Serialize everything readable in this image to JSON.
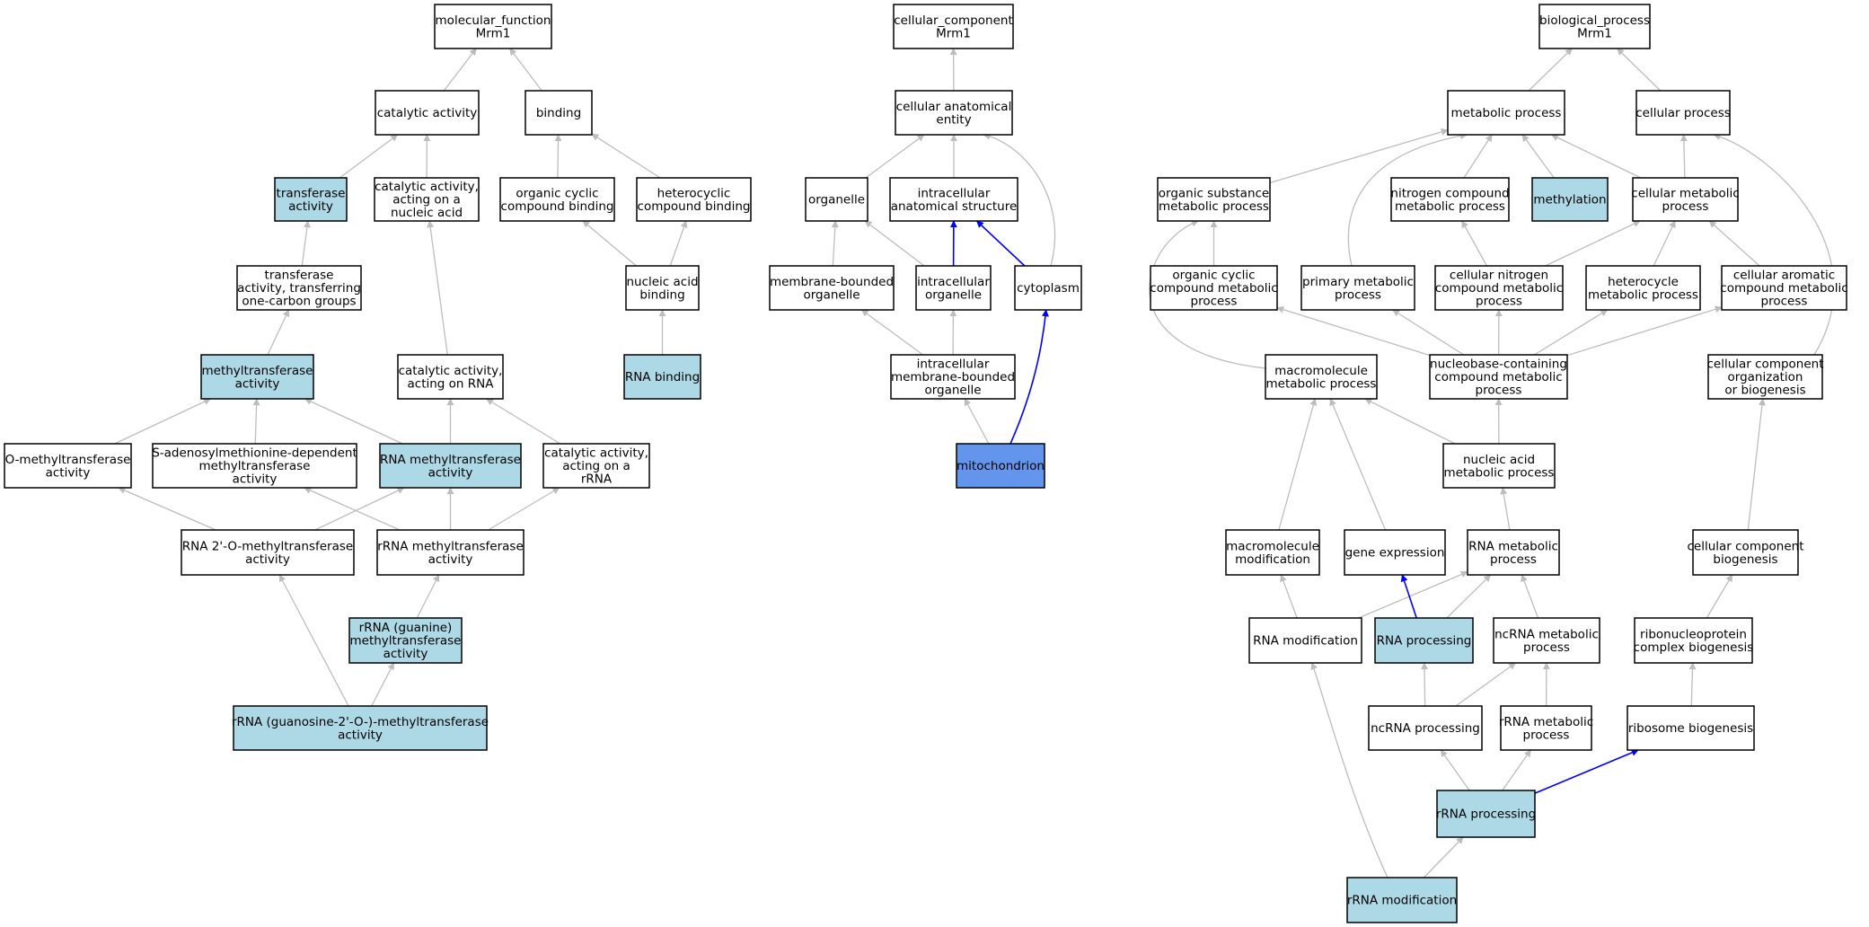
{
  "colors": {
    "default_fill": "#ffffff",
    "highlight_fill": "#add8e6",
    "query_fill": "#6495ed",
    "edge_gray": "#bdbdbd",
    "edge_blue": "#0000ff",
    "stroke": "#000000"
  },
  "nodes": [
    {
      "id": "mf_root",
      "lines": [
        "molecular_function",
        "Mrm1"
      ],
      "style": "default"
    },
    {
      "id": "catalytic",
      "lines": [
        "catalytic activity"
      ],
      "style": "default"
    },
    {
      "id": "binding",
      "lines": [
        "binding"
      ],
      "style": "default"
    },
    {
      "id": "transferase",
      "lines": [
        "transferase",
        "activity"
      ],
      "style": "highlight"
    },
    {
      "id": "cat_nucleic",
      "lines": [
        "catalytic activity,",
        "acting on a",
        "nucleic acid"
      ],
      "style": "default"
    },
    {
      "id": "org_cyclic_bind",
      "lines": [
        "organic cyclic",
        "compound binding"
      ],
      "style": "default"
    },
    {
      "id": "hetero_bind",
      "lines": [
        "heterocyclic",
        "compound binding"
      ],
      "style": "default"
    },
    {
      "id": "transf_one_carbon",
      "lines": [
        "transferase",
        "activity, transferring",
        "one-carbon groups"
      ],
      "style": "default"
    },
    {
      "id": "nucleic_bind",
      "lines": [
        "nucleic acid",
        "binding"
      ],
      "style": "default"
    },
    {
      "id": "methyltransferase",
      "lines": [
        "methyltransferase",
        "activity"
      ],
      "style": "highlight"
    },
    {
      "id": "cat_rna",
      "lines": [
        "catalytic activity,",
        "acting on RNA"
      ],
      "style": "default"
    },
    {
      "id": "rna_bind",
      "lines": [
        "RNA binding"
      ],
      "style": "highlight"
    },
    {
      "id": "o_methyl",
      "lines": [
        "O-methyltransferase",
        "activity"
      ],
      "style": "default"
    },
    {
      "id": "sam_methyl",
      "lines": [
        "S-adenosylmethionine-dependent",
        "methyltransferase",
        "activity"
      ],
      "style": "default"
    },
    {
      "id": "rna_methyl",
      "lines": [
        "RNA methyltransferase",
        "activity"
      ],
      "style": "highlight"
    },
    {
      "id": "cat_rrna",
      "lines": [
        "catalytic activity,",
        "acting on a",
        "rRNA"
      ],
      "style": "default"
    },
    {
      "id": "rna_2o_methyl",
      "lines": [
        "RNA 2'-O-methyltransferase",
        "activity"
      ],
      "style": "default"
    },
    {
      "id": "rrna_methyl",
      "lines": [
        "rRNA methyltransferase",
        "activity"
      ],
      "style": "default"
    },
    {
      "id": "rrna_guanine",
      "lines": [
        "rRNA (guanine)",
        "methyltransferase",
        "activity"
      ],
      "style": "highlight"
    },
    {
      "id": "rrna_guanosine",
      "lines": [
        "rRNA (guanosine-2'-O-)-methyltransferase",
        "activity"
      ],
      "style": "highlight"
    },
    {
      "id": "cc_root",
      "lines": [
        "cellular_component",
        "Mrm1"
      ],
      "style": "default"
    },
    {
      "id": "cell_anat",
      "lines": [
        "cellular anatomical",
        "entity"
      ],
      "style": "default"
    },
    {
      "id": "organelle",
      "lines": [
        "organelle"
      ],
      "style": "default"
    },
    {
      "id": "intra_anat",
      "lines": [
        "intracellular",
        "anatomical structure"
      ],
      "style": "default"
    },
    {
      "id": "mem_organelle",
      "lines": [
        "membrane-bounded",
        "organelle"
      ],
      "style": "default"
    },
    {
      "id": "intra_organelle",
      "lines": [
        "intracellular",
        "organelle"
      ],
      "style": "default"
    },
    {
      "id": "cytoplasm",
      "lines": [
        "cytoplasm"
      ],
      "style": "default"
    },
    {
      "id": "intra_mem_org",
      "lines": [
        "intracellular",
        "membrane-bounded",
        "organelle"
      ],
      "style": "default"
    },
    {
      "id": "mitochondrion",
      "lines": [
        "mitochondrion"
      ],
      "style": "query"
    },
    {
      "id": "bp_root",
      "lines": [
        "biological_process",
        "Mrm1"
      ],
      "style": "default"
    },
    {
      "id": "metabolic",
      "lines": [
        "metabolic process"
      ],
      "style": "default"
    },
    {
      "id": "cellular_proc",
      "lines": [
        "cellular process"
      ],
      "style": "default"
    },
    {
      "id": "org_subst",
      "lines": [
        "organic substance",
        "metabolic process"
      ],
      "style": "default"
    },
    {
      "id": "nitro_comp",
      "lines": [
        "nitrogen compound",
        "metabolic process"
      ],
      "style": "default"
    },
    {
      "id": "methylation",
      "lines": [
        "methylation"
      ],
      "style": "highlight"
    },
    {
      "id": "cell_metab",
      "lines": [
        "cellular metabolic",
        "process"
      ],
      "style": "default"
    },
    {
      "id": "org_cyclic_met",
      "lines": [
        "organic cyclic",
        "compound metabolic",
        "process"
      ],
      "style": "default"
    },
    {
      "id": "primary_met",
      "lines": [
        "primary metabolic",
        "process"
      ],
      "style": "default"
    },
    {
      "id": "cell_nitro",
      "lines": [
        "cellular nitrogen",
        "compound metabolic",
        "process"
      ],
      "style": "default"
    },
    {
      "id": "hetero_met",
      "lines": [
        "heterocycle",
        "metabolic process"
      ],
      "style": "default"
    },
    {
      "id": "cell_arom",
      "lines": [
        "cellular aromatic",
        "compound metabolic",
        "process"
      ],
      "style": "default"
    },
    {
      "id": "macro_met",
      "lines": [
        "macromolecule",
        "metabolic process"
      ],
      "style": "default"
    },
    {
      "id": "nucleobase",
      "lines": [
        "nucleobase-containing",
        "compound metabolic",
        "process"
      ],
      "style": "default"
    },
    {
      "id": "cc_org",
      "lines": [
        "cellular component",
        "organization",
        "or biogenesis"
      ],
      "style": "default"
    },
    {
      "id": "nucleic_met",
      "lines": [
        "nucleic acid",
        "metabolic process"
      ],
      "style": "default"
    },
    {
      "id": "macro_mod",
      "lines": [
        "macromolecule",
        "modification"
      ],
      "style": "default"
    },
    {
      "id": "gene_expr",
      "lines": [
        "gene expression"
      ],
      "style": "default"
    },
    {
      "id": "rna_met",
      "lines": [
        "RNA metabolic",
        "process"
      ],
      "style": "default"
    },
    {
      "id": "cc_biogen",
      "lines": [
        "cellular component",
        "biogenesis"
      ],
      "style": "default"
    },
    {
      "id": "rna_mod",
      "lines": [
        "RNA modification"
      ],
      "style": "default"
    },
    {
      "id": "rna_proc",
      "lines": [
        "RNA processing"
      ],
      "style": "highlight"
    },
    {
      "id": "ncrna_met",
      "lines": [
        "ncRNA metabolic",
        "process"
      ],
      "style": "default"
    },
    {
      "id": "ribonuc_biogen",
      "lines": [
        "ribonucleoprotein",
        "complex biogenesis"
      ],
      "style": "default"
    },
    {
      "id": "ncrna_proc",
      "lines": [
        "ncRNA processing"
      ],
      "style": "default"
    },
    {
      "id": "rrna_met",
      "lines": [
        "rRNA metabolic",
        "process"
      ],
      "style": "default"
    },
    {
      "id": "ribosome_biogen",
      "lines": [
        "ribosome biogenesis"
      ],
      "style": "default"
    },
    {
      "id": "rrna_proc",
      "lines": [
        "rRNA processing"
      ],
      "style": "highlight"
    },
    {
      "id": "rrna_mod",
      "lines": [
        "rRNA modification"
      ],
      "style": "highlight"
    }
  ],
  "edges": [
    {
      "from": "catalytic",
      "to": "mf_root",
      "color": "gray"
    },
    {
      "from": "binding",
      "to": "mf_root",
      "color": "gray"
    },
    {
      "from": "transferase",
      "to": "catalytic",
      "color": "gray"
    },
    {
      "from": "cat_nucleic",
      "to": "catalytic",
      "color": "gray"
    },
    {
      "from": "org_cyclic_bind",
      "to": "binding",
      "color": "gray"
    },
    {
      "from": "hetero_bind",
      "to": "binding",
      "color": "gray"
    },
    {
      "from": "transf_one_carbon",
      "to": "transferase",
      "color": "gray"
    },
    {
      "from": "nucleic_bind",
      "to": "org_cyclic_bind",
      "color": "gray"
    },
    {
      "from": "nucleic_bind",
      "to": "hetero_bind",
      "color": "gray"
    },
    {
      "from": "methyltransferase",
      "to": "transf_one_carbon",
      "color": "gray"
    },
    {
      "from": "cat_rna",
      "to": "cat_nucleic",
      "color": "gray"
    },
    {
      "from": "rna_bind",
      "to": "nucleic_bind",
      "color": "gray"
    },
    {
      "from": "o_methyl",
      "to": "methyltransferase",
      "color": "gray"
    },
    {
      "from": "sam_methyl",
      "to": "methyltransferase",
      "color": "gray"
    },
    {
      "from": "rna_methyl",
      "to": "methyltransferase",
      "color": "gray"
    },
    {
      "from": "rna_methyl",
      "to": "cat_rna",
      "color": "gray"
    },
    {
      "from": "cat_rrna",
      "to": "cat_rna",
      "color": "gray"
    },
    {
      "from": "rna_2o_methyl",
      "to": "o_methyl",
      "color": "gray"
    },
    {
      "from": "rna_2o_methyl",
      "to": "rna_methyl",
      "color": "gray"
    },
    {
      "from": "rrna_methyl",
      "to": "sam_methyl",
      "color": "gray"
    },
    {
      "from": "rrna_methyl",
      "to": "rna_methyl",
      "color": "gray"
    },
    {
      "from": "rrna_methyl",
      "to": "cat_rrna",
      "color": "gray"
    },
    {
      "from": "rrna_guanine",
      "to": "rrna_methyl",
      "color": "gray"
    },
    {
      "from": "rrna_guanosine",
      "to": "rna_2o_methyl",
      "color": "gray"
    },
    {
      "from": "rrna_guanosine",
      "to": "rrna_guanine",
      "color": "gray"
    },
    {
      "from": "cell_anat",
      "to": "cc_root",
      "color": "gray"
    },
    {
      "from": "organelle",
      "to": "cell_anat",
      "color": "gray"
    },
    {
      "from": "intra_anat",
      "to": "cell_anat",
      "color": "gray"
    },
    {
      "from": "cytoplasm",
      "to": "cell_anat",
      "color": "gray"
    },
    {
      "from": "mem_organelle",
      "to": "organelle",
      "color": "gray"
    },
    {
      "from": "intra_organelle",
      "to": "organelle",
      "color": "gray"
    },
    {
      "from": "intra_organelle",
      "to": "intra_anat",
      "color": "blue"
    },
    {
      "from": "cytoplasm",
      "to": "intra_anat",
      "color": "blue"
    },
    {
      "from": "intra_mem_org",
      "to": "mem_organelle",
      "color": "gray"
    },
    {
      "from": "intra_mem_org",
      "to": "intra_organelle",
      "color": "gray"
    },
    {
      "from": "mitochondrion",
      "to": "intra_mem_org",
      "color": "gray"
    },
    {
      "from": "mitochondrion",
      "to": "cytoplasm",
      "color": "blue"
    },
    {
      "from": "metabolic",
      "to": "bp_root",
      "color": "gray"
    },
    {
      "from": "cellular_proc",
      "to": "bp_root",
      "color": "gray"
    },
    {
      "from": "org_subst",
      "to": "metabolic",
      "color": "gray"
    },
    {
      "from": "nitro_comp",
      "to": "metabolic",
      "color": "gray"
    },
    {
      "from": "methylation",
      "to": "metabolic",
      "color": "gray"
    },
    {
      "from": "cell_metab",
      "to": "metabolic",
      "color": "gray"
    },
    {
      "from": "cell_metab",
      "to": "cellular_proc",
      "color": "gray"
    },
    {
      "from": "primary_met",
      "to": "metabolic",
      "color": "gray"
    },
    {
      "from": "org_cyclic_met",
      "to": "org_subst",
      "color": "gray"
    },
    {
      "from": "cell_nitro",
      "to": "nitro_comp",
      "color": "gray"
    },
    {
      "from": "cell_nitro",
      "to": "cell_metab",
      "color": "gray"
    },
    {
      "from": "hetero_met",
      "to": "cell_metab",
      "color": "gray"
    },
    {
      "from": "cell_arom",
      "to": "cell_metab",
      "color": "gray"
    },
    {
      "from": "macro_met",
      "to": "org_subst",
      "color": "gray"
    },
    {
      "from": "nucleobase",
      "to": "org_cyclic_met",
      "color": "gray"
    },
    {
      "from": "nucleobase",
      "to": "primary_met",
      "color": "gray"
    },
    {
      "from": "nucleobase",
      "to": "cell_nitro",
      "color": "gray"
    },
    {
      "from": "nucleobase",
      "to": "hetero_met",
      "color": "gray"
    },
    {
      "from": "nucleobase",
      "to": "cell_arom",
      "color": "gray"
    },
    {
      "from": "cc_org",
      "to": "cellular_proc",
      "color": "gray"
    },
    {
      "from": "nucleic_met",
      "to": "macro_met",
      "color": "gray"
    },
    {
      "from": "nucleic_met",
      "to": "nucleobase",
      "color": "gray"
    },
    {
      "from": "macro_mod",
      "to": "macro_met",
      "color": "gray"
    },
    {
      "from": "gene_expr",
      "to": "macro_met",
      "color": "gray"
    },
    {
      "from": "rna_met",
      "to": "nucleic_met",
      "color": "gray"
    },
    {
      "from": "cc_biogen",
      "to": "cc_org",
      "color": "gray"
    },
    {
      "from": "rna_mod",
      "to": "macro_mod",
      "color": "gray"
    },
    {
      "from": "rna_mod",
      "to": "rna_met",
      "color": "gray"
    },
    {
      "from": "rna_proc",
      "to": "gene_expr",
      "color": "blue"
    },
    {
      "from": "rna_proc",
      "to": "rna_met",
      "color": "gray"
    },
    {
      "from": "ncrna_met",
      "to": "rna_met",
      "color": "gray"
    },
    {
      "from": "ribonuc_biogen",
      "to": "cc_biogen",
      "color": "gray"
    },
    {
      "from": "ncrna_proc",
      "to": "rna_proc",
      "color": "gray"
    },
    {
      "from": "ncrna_proc",
      "to": "ncrna_met",
      "color": "gray"
    },
    {
      "from": "rrna_met",
      "to": "ncrna_met",
      "color": "gray"
    },
    {
      "from": "ribosome_biogen",
      "to": "ribonuc_biogen",
      "color": "gray"
    },
    {
      "from": "rrna_proc",
      "to": "ncrna_proc",
      "color": "gray"
    },
    {
      "from": "rrna_proc",
      "to": "rrna_met",
      "color": "gray"
    },
    {
      "from": "rrna_proc",
      "to": "ribosome_biogen",
      "color": "blue"
    },
    {
      "from": "rrna_mod",
      "to": "rna_mod",
      "color": "gray"
    },
    {
      "from": "rrna_mod",
      "to": "rrna_proc",
      "color": "gray"
    }
  ]
}
